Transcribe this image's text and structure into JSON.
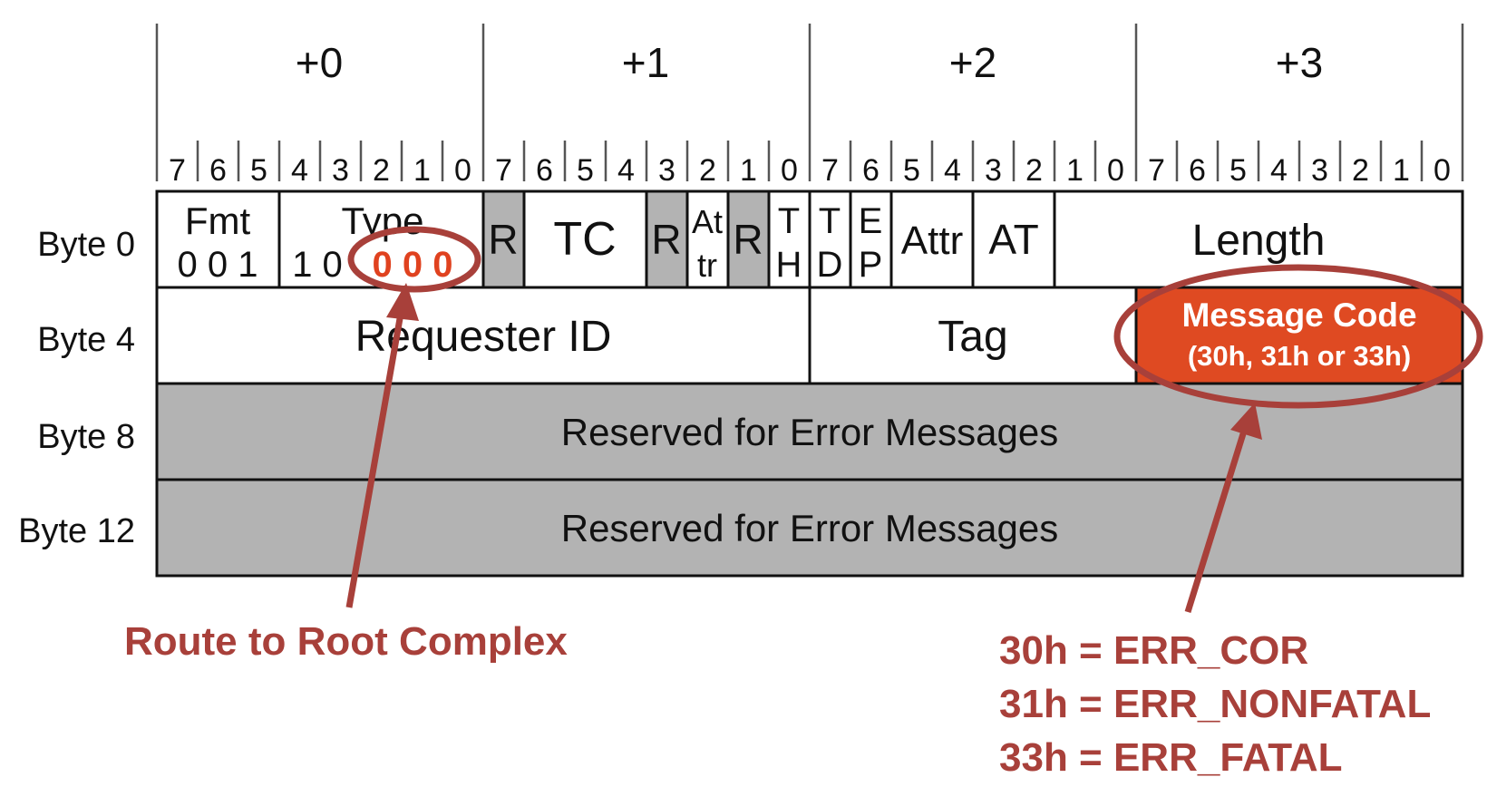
{
  "byte_offsets": [
    "+0",
    "+1",
    "+2",
    "+3"
  ],
  "bit_labels": [
    "7",
    "6",
    "5",
    "4",
    "3",
    "2",
    "1",
    "0"
  ],
  "row_labels": [
    "Byte 0",
    "Byte 4",
    "Byte 8",
    "Byte 12"
  ],
  "fields": {
    "fmt_name": "Fmt",
    "fmt_value": "0 0 1",
    "type_name": "Type",
    "type_value_plain": "1 0",
    "type_value_highlight": "0 0 0",
    "reserved_1": "R",
    "tc": "TC",
    "reserved_2": "R",
    "attr_bit_top": "At",
    "attr_bit_bottom": "tr",
    "reserved_3": "R",
    "th_top": "T",
    "th_bottom": "H",
    "td_top": "T",
    "td_bottom": "D",
    "ep_top": "E",
    "ep_bottom": "P",
    "attr": "Attr",
    "at": "AT",
    "length": "Length",
    "requester_id": "Requester ID",
    "tag": "Tag",
    "message_code": "Message Code",
    "message_code_values": "(30h, 31h or 33h)",
    "reserved_row_8": "Reserved for Error Messages",
    "reserved_row_12": "Reserved for Error Messages"
  },
  "annotations": {
    "route_note": "Route to Root Complex",
    "codes": [
      "30h = ERR_COR",
      "31h = ERR_NONFATAL",
      "33h = ERR_FATAL"
    ]
  },
  "colors": {
    "reserved_fill": "#b3b3b3",
    "message_code_fill": "#df4a22",
    "annotation_red": "#a8403a",
    "highlight_red": "#e0421f"
  }
}
